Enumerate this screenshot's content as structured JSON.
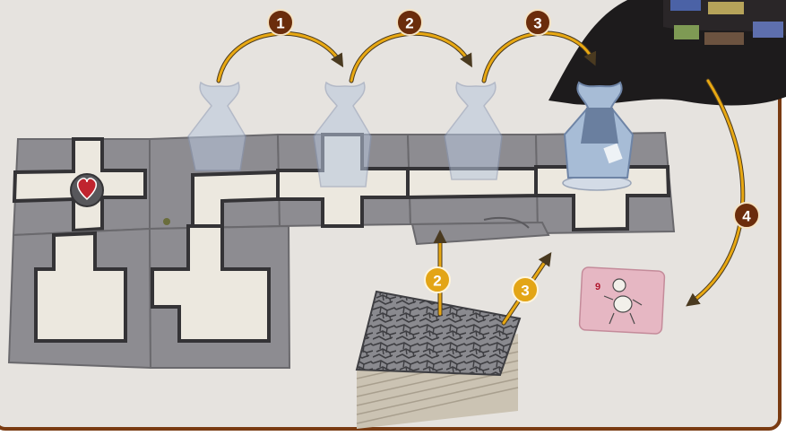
{
  "steps": {
    "hop_1": "1",
    "hop_2": "2",
    "hop_3": "3",
    "bag_4": "4",
    "stack_2": "2",
    "stack_3": "3"
  },
  "colors": {
    "page_border": "#7a3b12",
    "page_bg": "#e6e3df",
    "dark_badge": "#6b2d0c",
    "gold_badge": "#e3a516",
    "arrow_gold": "#e8a812",
    "arrow_outline": "#4a3a20",
    "tile_floor": "#8d8c91",
    "corridor": "#ece8df",
    "wall_stone": "#3b3a3d",
    "monster_card": "#e6b7c3",
    "bag": "#1d1b1c"
  },
  "icons": {
    "heart": "heart-icon",
    "monster_card_number": "9",
    "monster_card_creature": "skeleton-icon"
  }
}
